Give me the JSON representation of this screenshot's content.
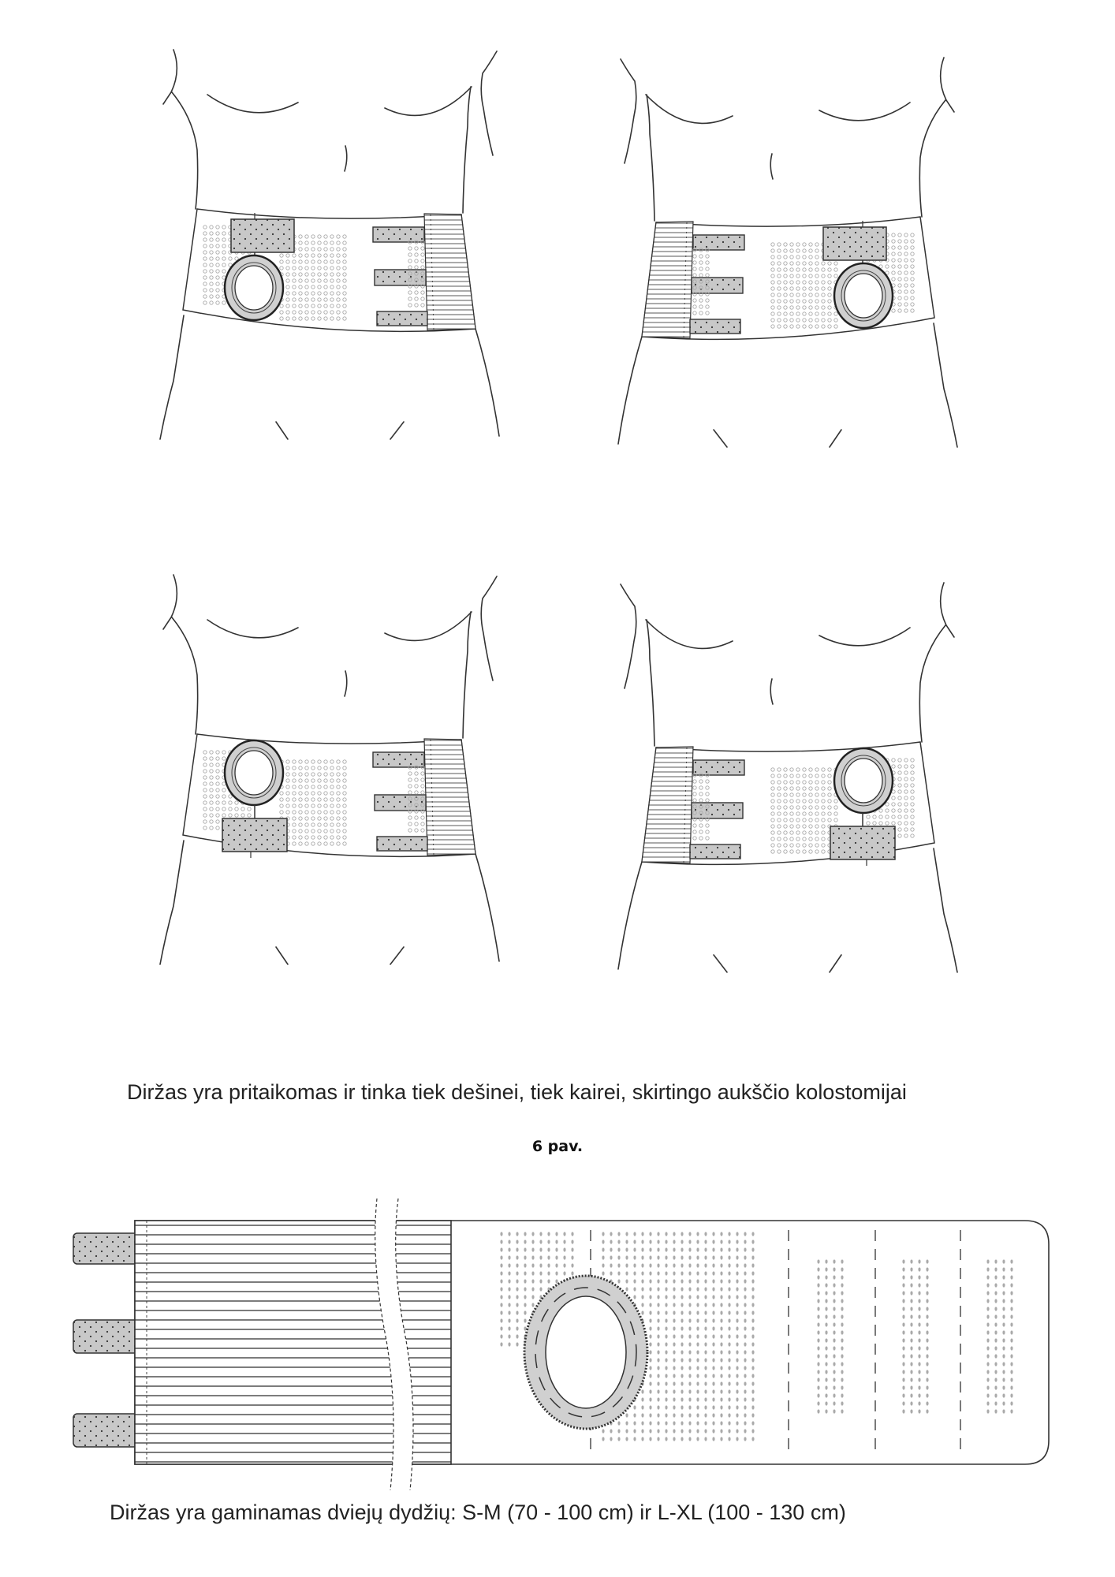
{
  "figure": {
    "caption_top": "Diržas yra pritaikomas ir tinka tiek dešinei, tiek kairei, skirtingo aukščio kolostomijai",
    "label": "6 pav.",
    "caption_bottom": "Diržas yra gaminamas dviejų dydžių:  S-M (70 - 100 cm) ir L-XL (100 - 130 cm)"
  },
  "colors": {
    "line": "#333333",
    "patch": "#c8c8c8",
    "dots": "#aaaaaa"
  }
}
